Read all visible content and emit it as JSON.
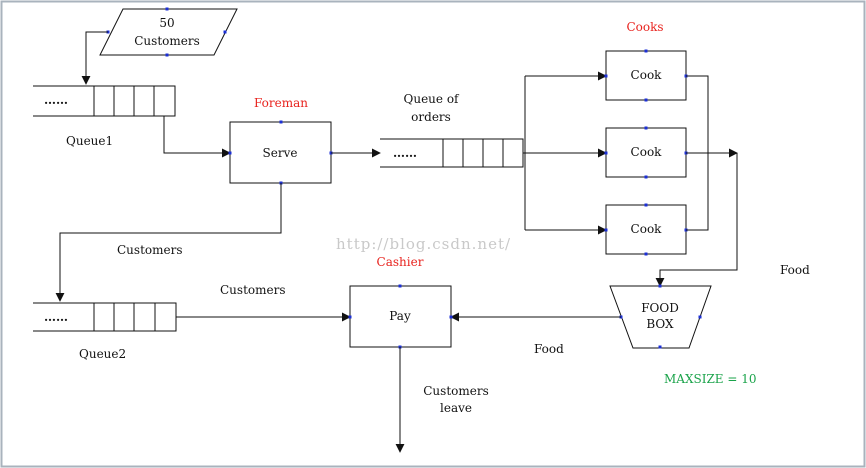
{
  "input": {
    "line1": "50",
    "line2": "Customers"
  },
  "queue1": {
    "dots": "……",
    "label": "Queue1"
  },
  "foreman": {
    "title": "Foreman",
    "box": "Serve"
  },
  "queue_orders": {
    "line1": "Queue of",
    "line2": "orders",
    "dots": "……"
  },
  "cooks": {
    "title": "Cooks",
    "cook1": "Cook",
    "cook2": "Cook",
    "cook3": "Cook"
  },
  "customers_a": "Customers",
  "customers_b": "Customers",
  "queue2": {
    "dots": "……",
    "label": "Queue2"
  },
  "cashier": {
    "title": "Cashier",
    "box": "Pay"
  },
  "foodbox": {
    "line1": "FOOD",
    "line2": "BOX"
  },
  "food_right": "Food",
  "food_bottom": "Food",
  "maxsize": "MAXSIZE = 10",
  "leave": {
    "line1": "Customers",
    "line2": "leave"
  },
  "watermark": "http://blog.csdn.net/",
  "colors": {
    "title_red": "#e8231e",
    "maxsize_green": "#1aa34a",
    "connector_blue": "#1b2fd6",
    "frame": "#a9b3bd"
  }
}
